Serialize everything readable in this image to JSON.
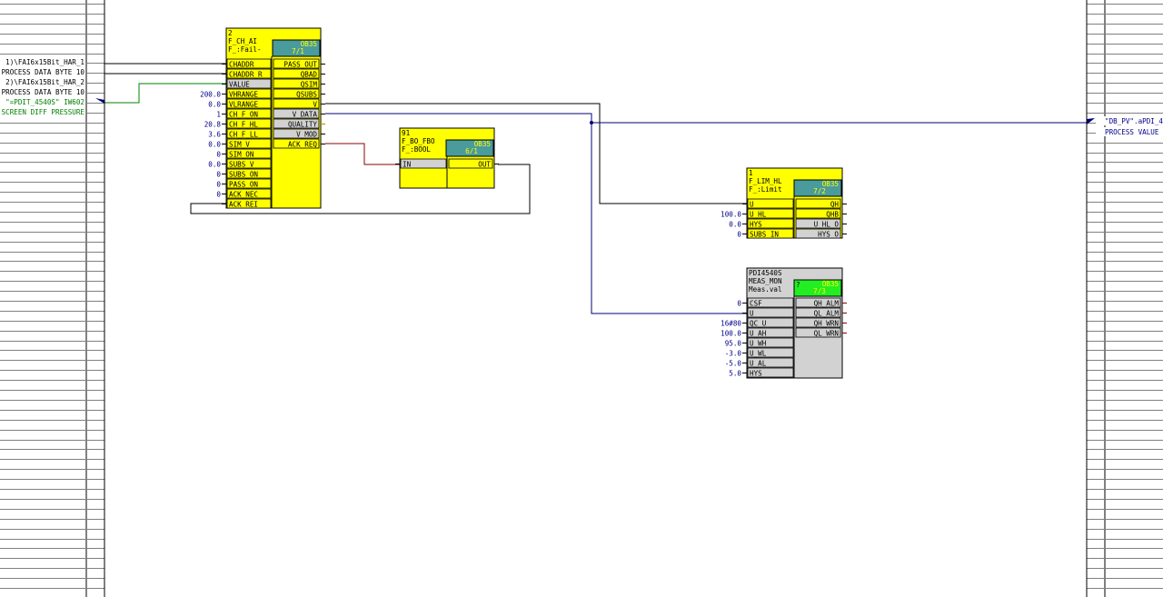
{
  "colors": {
    "block_fill": "#ffff00",
    "header_teal": "#4a9b9b",
    "header_green": "#22ee22",
    "block_gray": "#d2d2d2",
    "wire_black": "#000000",
    "wire_blue": "#00007a",
    "wire_green": "#008000",
    "wire_red": "#8b0000",
    "value_blue": "#00008b",
    "margin_grid": "#808080"
  },
  "left_margin": [
    {
      "text": "1)\\FAI6x15Bit_HAR_1",
      "color": "black"
    },
    {
      "text": "PROCESS DATA BYTE 10",
      "color": "black"
    },
    {
      "text": "2)\\FAI6x15Bit_HAR_2",
      "color": "black"
    },
    {
      "text": "PROCESS DATA BYTE 10",
      "color": "black"
    },
    {
      "text": "\"=PDIT_4540S\" IW602",
      "color": "green"
    },
    {
      "text": "SCREEN DIFF PRESSURE",
      "color": "green"
    }
  ],
  "right_margin": [
    {
      "text": "\"DB_PV\".aPDI_4",
      "color": "blue"
    },
    {
      "text": "PROCESS VALUE",
      "color": "blue"
    }
  ],
  "blocks": {
    "f_ch_ai": {
      "number": "2",
      "type": "F_CH_AI",
      "comment": "F_:Fail-",
      "ob": "OB35",
      "seq": "7/1",
      "inputs": [
        {
          "name": "CHADDR",
          "val": ""
        },
        {
          "name": "CHADDR_R",
          "val": ""
        },
        {
          "name": "VALUE",
          "val": ""
        },
        {
          "name": "VHRANGE",
          "val": "200.0"
        },
        {
          "name": "VLRANGE",
          "val": "0.0"
        },
        {
          "name": "CH_F_ON",
          "val": "1"
        },
        {
          "name": "CH_F_HL",
          "val": "20.8"
        },
        {
          "name": "CH_F_LL",
          "val": "3.6"
        },
        {
          "name": "SIM_V",
          "val": "0.0"
        },
        {
          "name": "SIM_ON",
          "val": "0"
        },
        {
          "name": "SUBS_V",
          "val": "0.0"
        },
        {
          "name": "SUBS_ON",
          "val": "0"
        },
        {
          "name": "PASS_ON",
          "val": "0"
        },
        {
          "name": "ACK_NEC",
          "val": "0"
        },
        {
          "name": "ACK_REI",
          "val": ""
        }
      ],
      "outputs": [
        "PASS_OUT",
        "QBAD",
        "QSIM",
        "QSUBS",
        "V",
        "V_DATA",
        "QUALITY",
        "V_MOD",
        "ACK_REQ"
      ]
    },
    "f_bo_fbo": {
      "number": "91",
      "type": "F_BO_FBO",
      "comment": "F_:BOOL",
      "ob": "OB35",
      "seq": "6/1",
      "inputs": [
        {
          "name": "IN",
          "val": ""
        }
      ],
      "outputs": [
        "OUT"
      ]
    },
    "f_lim_hl": {
      "number": "1",
      "type": "F_LIM_HL",
      "comment": "F_:Limit",
      "ob": "OB35",
      "seq": "7/2",
      "inputs": [
        {
          "name": "U",
          "val": ""
        },
        {
          "name": "U_HL",
          "val": "100.0"
        },
        {
          "name": "HYS",
          "val": "0.0"
        },
        {
          "name": "SUBS_IN",
          "val": "0"
        }
      ],
      "outputs": [
        "QH",
        "QHB",
        "U_HL_O",
        "HYS_O"
      ]
    },
    "meas_mon": {
      "number": "PDI4540S",
      "type": "MEAS_MON",
      "comment": "Meas.val",
      "ob": "OB35",
      "seq": "7/3",
      "flag": "?",
      "inputs": [
        {
          "name": "CSF",
          "val": "0"
        },
        {
          "name": "U",
          "val": ""
        },
        {
          "name": "QC_U",
          "val": "16#80"
        },
        {
          "name": "U_AH",
          "val": "100.0"
        },
        {
          "name": "U_WH",
          "val": "95.0"
        },
        {
          "name": "U_WL",
          "val": "-3.0"
        },
        {
          "name": "U_AL",
          "val": "-5.0"
        },
        {
          "name": "HYS",
          "val": "5.0"
        }
      ],
      "outputs": [
        "QH_ALM",
        "QL_ALM",
        "QH_WRN",
        "QL_WRN"
      ]
    }
  }
}
